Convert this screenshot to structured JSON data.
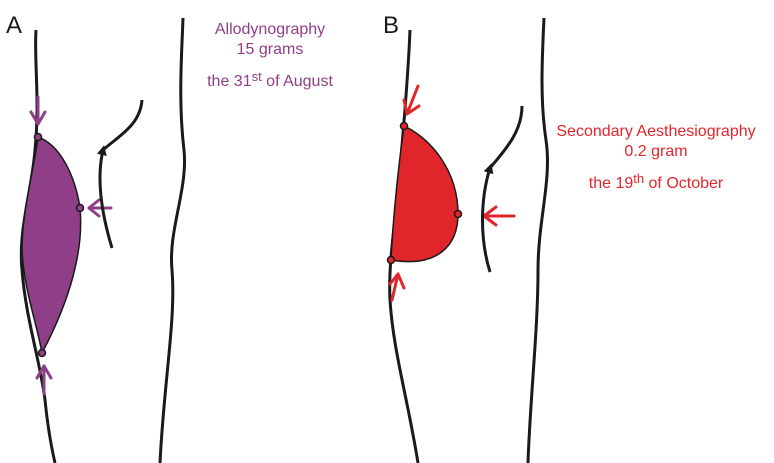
{
  "colors": {
    "outline": "#1a1a1a",
    "panel_a_accent": "#8e3f87",
    "panel_b_accent": "#e1262b"
  },
  "panel_a": {
    "letter": "A",
    "title": "Allodynography",
    "value": "15 grams",
    "date_prefix": "the 31",
    "date_superscript": "st",
    "date_suffix": " of August"
  },
  "panel_b": {
    "letter": "B",
    "title": "Secondary Aesthesiography",
    "value": "0.2 gram",
    "date_prefix": "the 19",
    "date_superscript": "th",
    "date_suffix": " of October"
  },
  "icons": {
    "panel_a": [
      "limb-outline",
      "allodynia-territory",
      "stimulus-arrow",
      "tracing-direction-arrow"
    ],
    "panel_b": [
      "limb-outline",
      "aesthesia-territory",
      "stimulus-arrow",
      "tracing-direction-arrow"
    ]
  }
}
